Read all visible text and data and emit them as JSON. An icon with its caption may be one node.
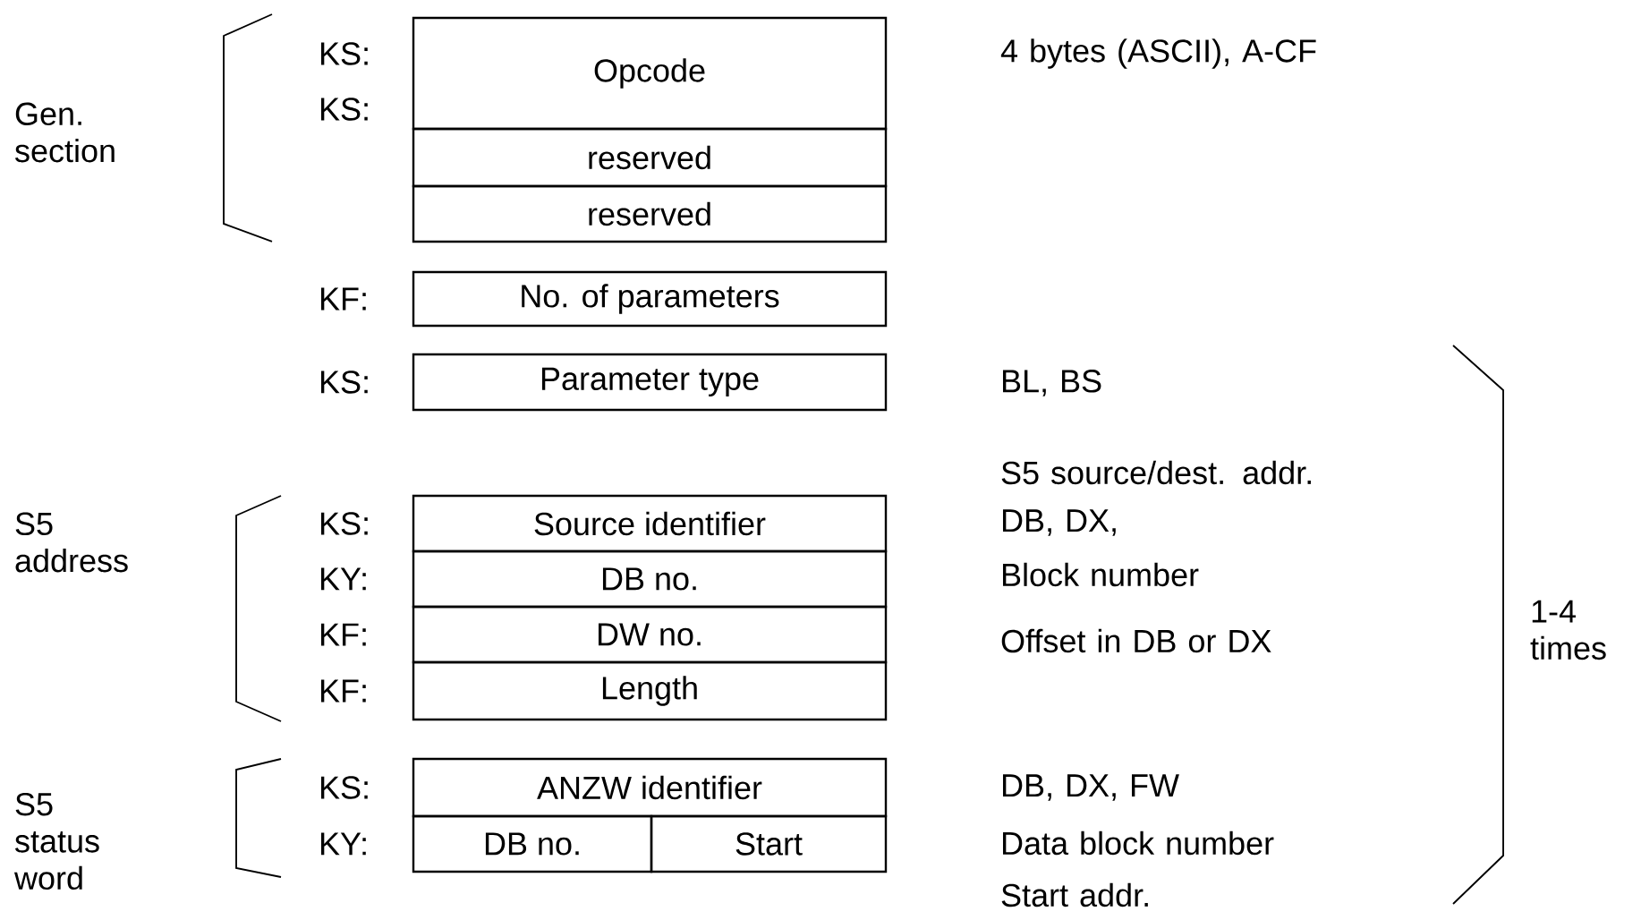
{
  "diagram": {
    "nodes": [
      {
        "text": [
          "Opcode"
        ],
        "beside": [
          "KS:",
          "KS:"
        ]
      },
      {
        "text": [
          "reserved"
        ]
      },
      {
        "text": [
          "reserved"
        ]
      },
      {
        "text": [
          "No. of parameters"
        ],
        "beside": [
          "KF:"
        ]
      },
      {
        "text": [
          "Parameter type"
        ],
        "beside": [
          "KS:"
        ]
      },
      {
        "text": [
          "Source identifier"
        ],
        "beside": [
          "KS:"
        ]
      },
      {
        "text": [
          "DB no."
        ],
        "beside": [
          "KY:"
        ]
      },
      {
        "text": [
          "DW no."
        ],
        "beside": [
          "KF:"
        ]
      },
      {
        "text": [
          "Length"
        ],
        "beside": [
          "KF:"
        ]
      },
      {
        "text": [
          "ANZW identifier"
        ],
        "beside": [
          "KS:"
        ]
      },
      {
        "text": [
          "DB no."
        ],
        "beside": [
          "KY:"
        ]
      },
      {
        "text": [
          "Start"
        ]
      }
    ],
    "labels": [
      "Gen. section",
      "4 bytes (ASCII), A-CF",
      "BL, BS",
      "S5 source/dest. addr.",
      "DB, DX,",
      "S5 address",
      "Block number",
      "Offset in DB or DX",
      "1-4 times",
      "S5 status word",
      "DB, DX, FW",
      "Data block number",
      "Start addr."
    ]
  }
}
